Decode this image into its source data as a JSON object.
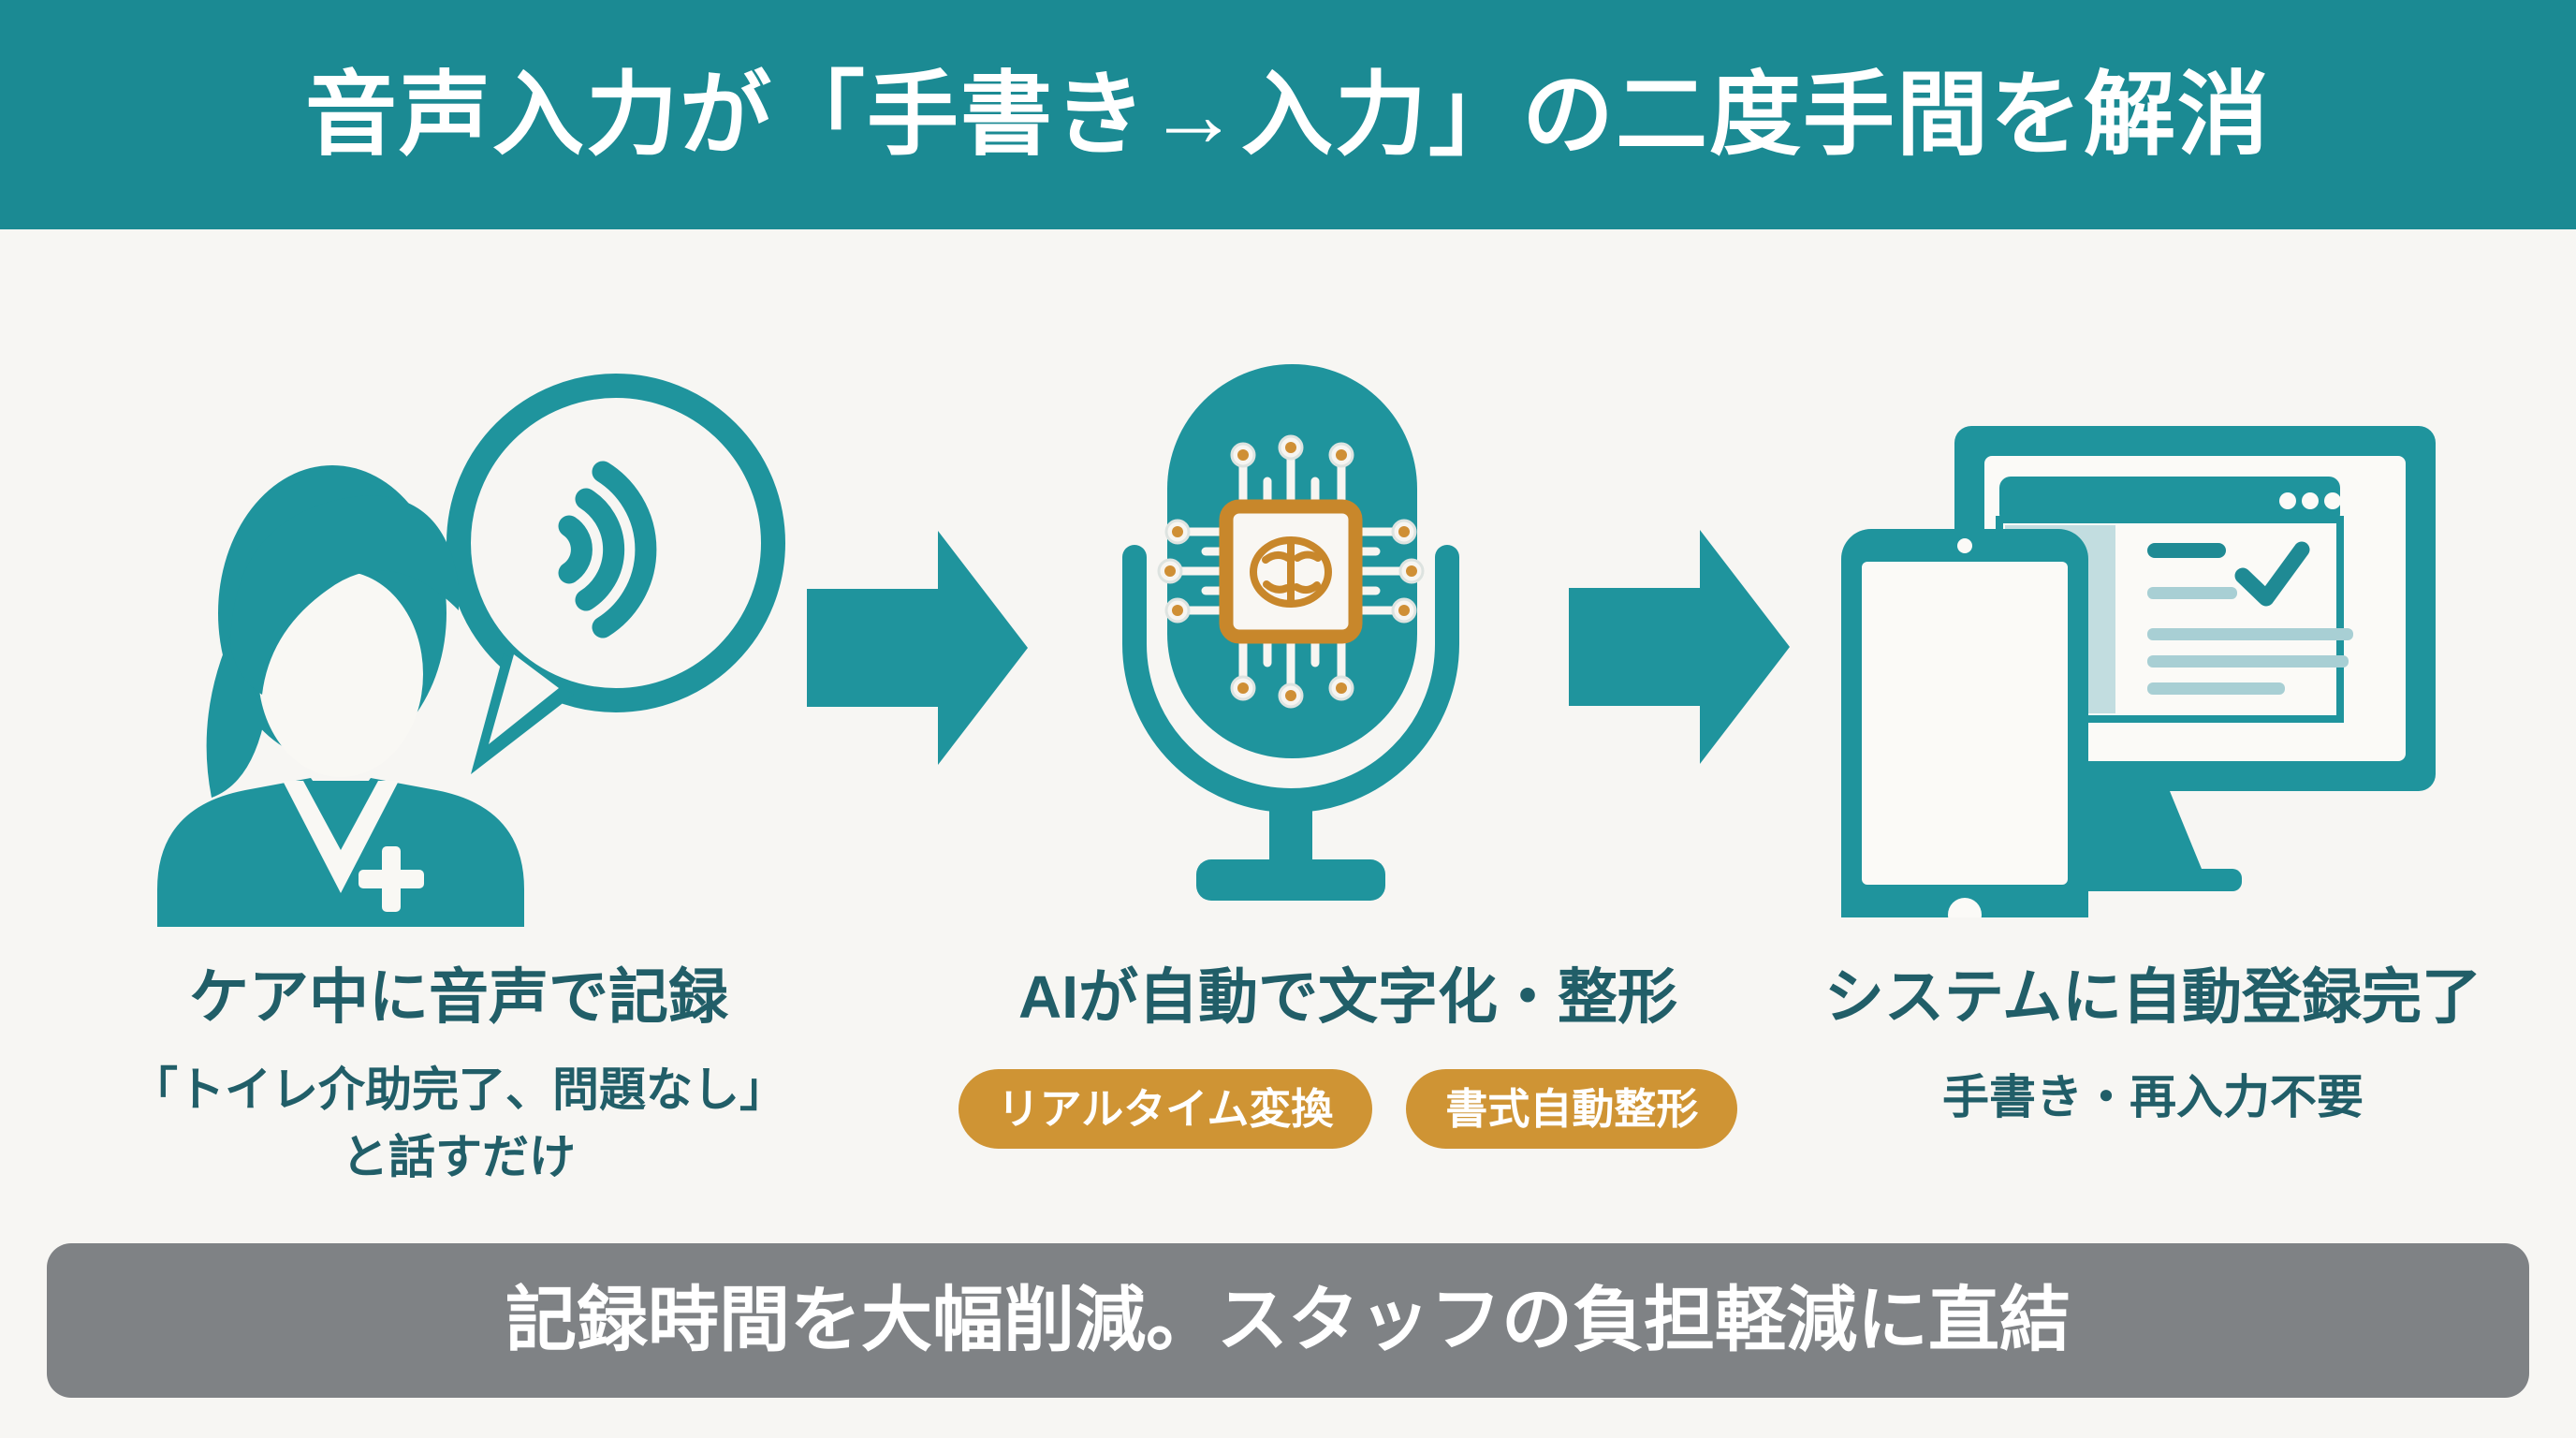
{
  "header": {
    "title": "音声入力が「手書き→入力」の二度手間を解消"
  },
  "steps": [
    {
      "icon": "caregiver-speech-icon",
      "heading": "ケア中に音声で記録",
      "sub_lines": [
        "「トイレ介助完了、問題なし」",
        "と話すだけ"
      ]
    },
    {
      "icon": "ai-microphone-brain-chip-icon",
      "heading": "AIが自動で文字化・整形",
      "badges": [
        "リアルタイム変換",
        "書式自動整形"
      ]
    },
    {
      "icon": "system-devices-check-icon",
      "heading": "システムに自動登録完了",
      "sub_lines": [
        "手書き・再入力不要"
      ]
    }
  ],
  "flow": {
    "arrow_icon": "flow-arrow-icon"
  },
  "footer": {
    "text": "記録時間を大幅削減。スタッフの負担軽減に直結"
  },
  "colors": {
    "header_teal": "#1b8a93",
    "icon_teal": "#1f949d",
    "heading_dark_teal": "#215e68",
    "badge_gold": "#cf9434",
    "chip_gold": "#c8872b",
    "footer_gray": "#7f8285",
    "background": "#f7f6f3",
    "light_teal_lines": "#a8cfd4"
  }
}
